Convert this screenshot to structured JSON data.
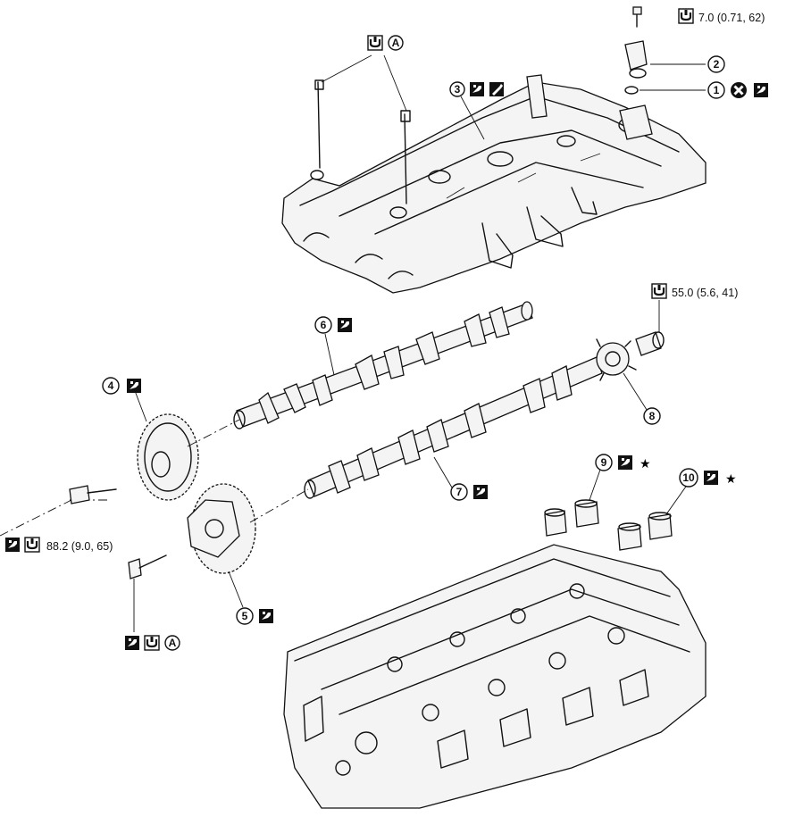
{
  "title": "",
  "parts": [
    {
      "num": "1",
      "name": ""
    },
    {
      "num": "2",
      "name": ""
    },
    {
      "num": "3",
      "name": ""
    },
    {
      "num": "4",
      "name": ""
    },
    {
      "num": "5",
      "name": ""
    },
    {
      "num": "6",
      "name": ""
    },
    {
      "num": "7",
      "name": ""
    },
    {
      "num": "8",
      "name": ""
    },
    {
      "num": "9",
      "name": ""
    },
    {
      "num": "10",
      "name": ""
    }
  ],
  "torques": {
    "sensor_bolt": "7.0 (0.71, 62)",
    "plug": "55.0 (5.6, 41)",
    "sprocket_bolt": "88.2 (9.0, 65)"
  },
  "symbols": {
    "procedure_a": "A",
    "star": "★"
  },
  "icons": {
    "lube": "lubricate-icon",
    "torque": "torque-wrench-icon",
    "no_reuse": "do-not-reuse-icon",
    "sealant": "sealant-icon"
  }
}
